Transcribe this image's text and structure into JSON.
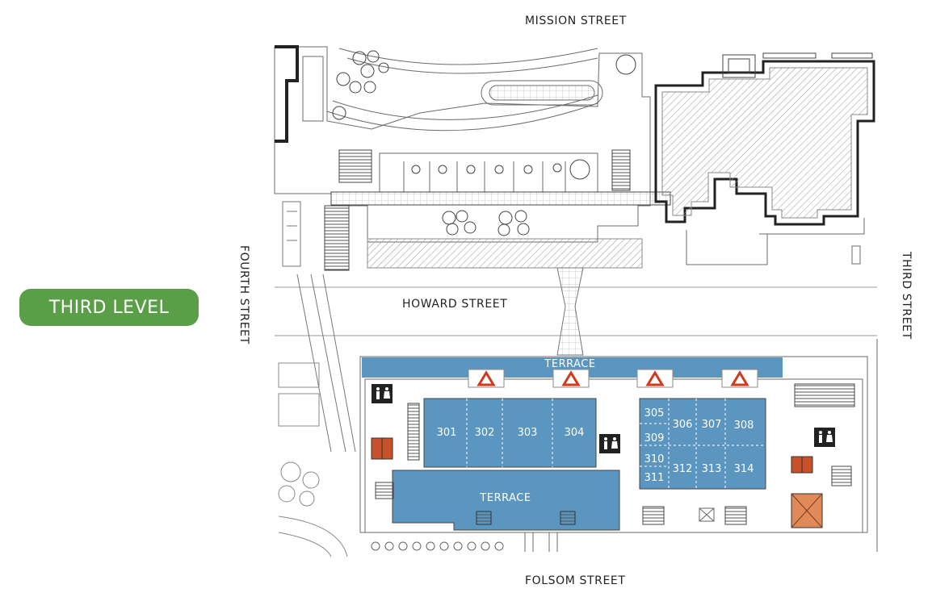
{
  "level_badge": {
    "label": "THIRD LEVEL",
    "color": "#5a9e47"
  },
  "streets": {
    "north": "MISSION STREET",
    "south": "FOLSOM STREET",
    "west": "FOURTH STREET",
    "east": "THIRD STREET",
    "middle": "HOWARD STREET"
  },
  "terraces": {
    "upper": "TERRACE",
    "lower": "TERRACE"
  },
  "rooms": {
    "r301": "301",
    "r302": "302",
    "r303": "303",
    "r304": "304",
    "r305": "305",
    "r306": "306",
    "r307": "307",
    "r308": "308",
    "r309": "309",
    "r310": "310",
    "r311": "311",
    "r312": "312",
    "r313": "313",
    "r314": "314"
  },
  "colors": {
    "room_fill": "#5b96c0",
    "terrace_fill": "#5b96c0",
    "warning_triangle": "#d0391c",
    "elevator": "#c8502a",
    "escalator": "#e08a5a",
    "line": "#6b6b6b"
  },
  "icons": {
    "restroom": "restroom-icon",
    "warning": "warning-triangle-icon",
    "elevator": "elevator-icon",
    "escalator": "escalator-icon",
    "tree": "tree-icon"
  }
}
